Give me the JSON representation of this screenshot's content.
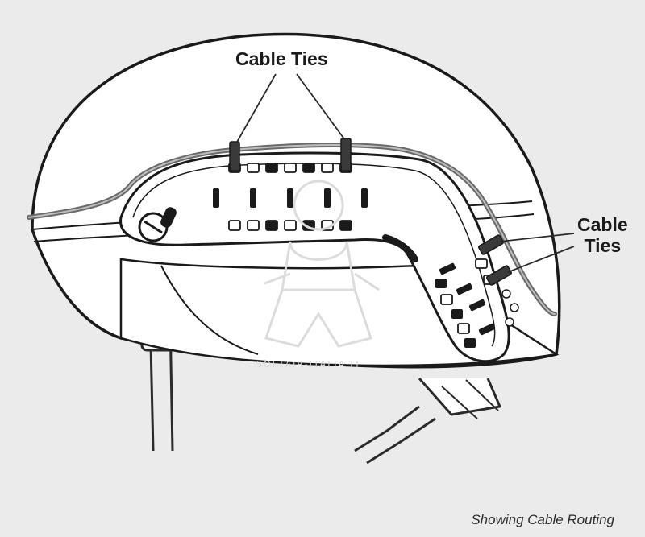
{
  "figure": {
    "callout_top": "Cable Ties",
    "callout_right_line1": "Cable",
    "callout_right_line2": "Ties",
    "caption": "Showing Cable Routing",
    "watermark": "SOFTAIR-ITALIA.IT"
  },
  "colors": {
    "background": "#ebebeb",
    "outline": "#1a1a1a",
    "shell_fill": "#ffffff",
    "cable": "#6a6a6a",
    "watermark": "#dadada"
  }
}
